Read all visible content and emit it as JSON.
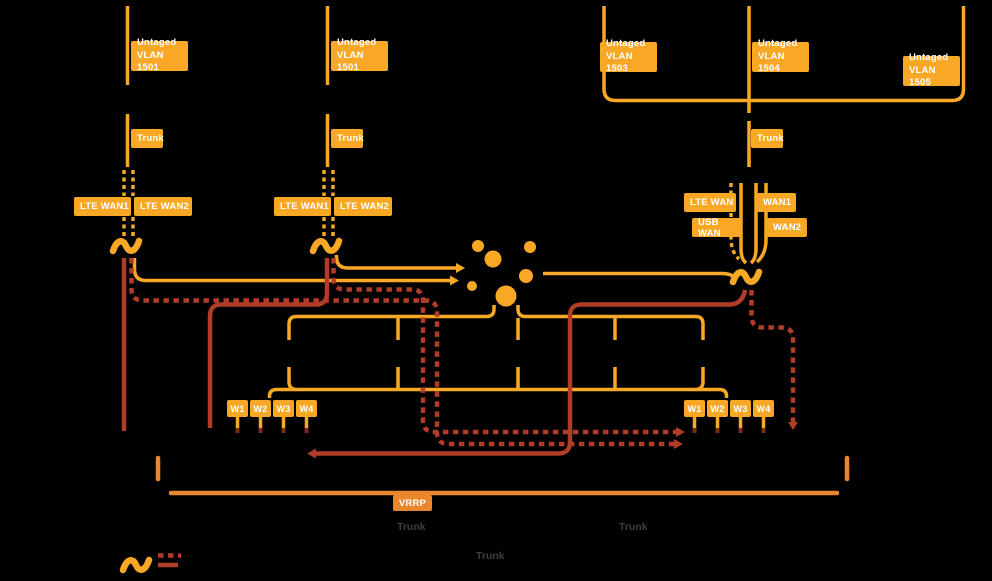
{
  "colors": {
    "amber": "#F9A826",
    "orange_vrrp": "#E8872E",
    "dark_red": "#B13D28",
    "label_text": "#FFFFFF",
    "muted_text": "#3E3E3E",
    "background": "#000000"
  },
  "routers": {
    "left": {
      "vlan": "Untaged\nVLAN 1501",
      "trunk": "Trunk",
      "port_a": "LTE WAN1",
      "port_b": "LTE WAN2"
    },
    "middle": {
      "vlan": "Untaged\nVLAN 1501",
      "trunk": "Trunk",
      "port_a": "LTE WAN1",
      "port_b": "LTE WAN2"
    },
    "right": {
      "vlan_a": "Untaged\nVLAN 1503",
      "vlan_b": "Untaged\nVLAN 1504",
      "vlan_c": "Untaged\nVLAN 1505",
      "trunk": "Trunk",
      "port_lte": "LTE WAN",
      "port_usb": "USB WAN",
      "port_wan1": "WAN1",
      "port_wan2": "WAN2"
    }
  },
  "switch_left": {
    "ports": [
      "W1",
      "W2",
      "W3",
      "W4"
    ]
  },
  "switch_right": {
    "ports": [
      "W1",
      "W2",
      "W3",
      "W4"
    ]
  },
  "bottom": {
    "vrrp": "VRRP",
    "trunk_mid_left": "Trunk",
    "trunk_mid_right": "Trunk",
    "trunk_center": "Trunk"
  }
}
